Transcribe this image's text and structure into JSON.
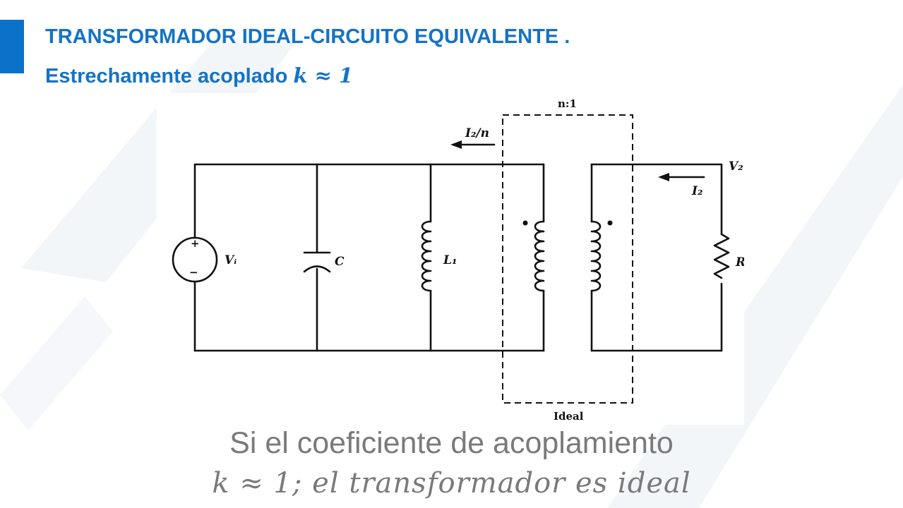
{
  "header": {
    "title_line1": "TRANSFORMADOR IDEAL-CIRCUITO EQUIVALENTE .",
    "title_line2_text": "Estrechamente acoplado ",
    "title_line2_math": "k ≈ 1"
  },
  "diagram": {
    "labels": {
      "ratio": "n:1",
      "current_primary": "I₂/n",
      "voltage_source": "Vᵢ",
      "plus": "+",
      "minus": "−",
      "capacitor": "C",
      "inductor": "L₁",
      "voltage_out": "V₂",
      "current_secondary": "I₂",
      "load": "R_L",
      "ideal": "Ideal"
    }
  },
  "caption": {
    "line1": "Si el coeficiente de acoplamiento",
    "line2": "k ≈ 1; el transformador es ideal"
  },
  "colors": {
    "accent": "#0a72c8",
    "title": "#1473c6",
    "caption": "#7a7a7a",
    "circuit": "#111111"
  }
}
